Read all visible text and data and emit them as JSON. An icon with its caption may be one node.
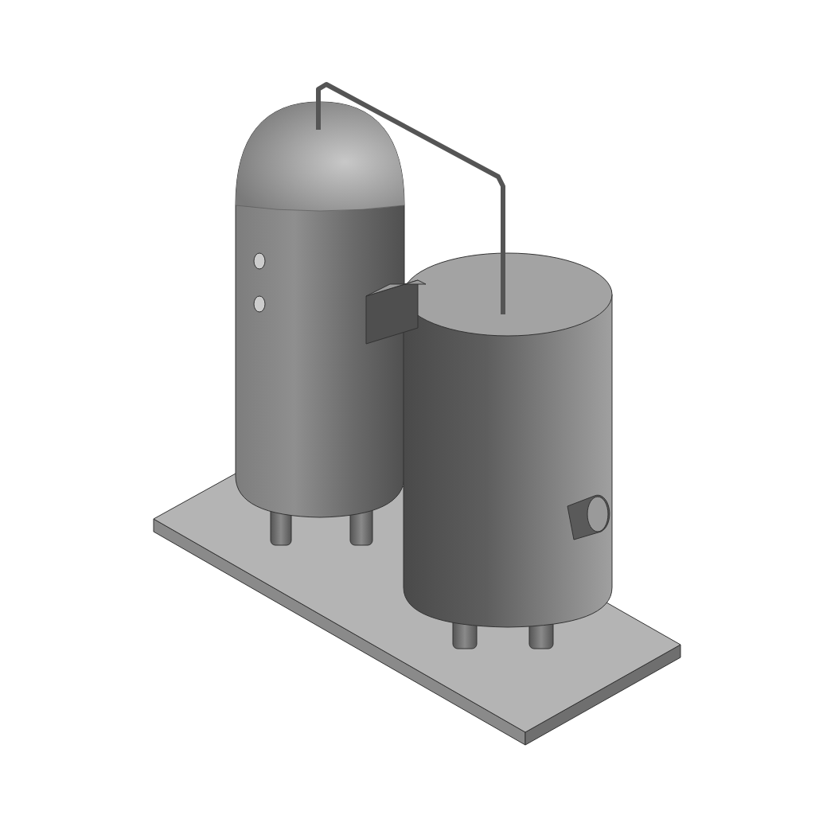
{
  "diagram": {
    "nodes": [
      {
        "text": [],
        "shape": "cylinder"
      },
      {
        "text": [],
        "shape": "cylinder"
      }
    ],
    "edges": [
      {
        "from": 0,
        "to": 1,
        "arrow": "none"
      }
    ]
  }
}
